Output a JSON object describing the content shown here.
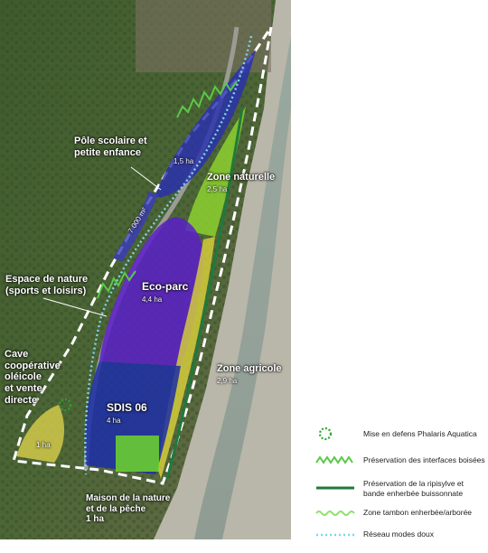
{
  "map": {
    "labels": {
      "pole": "Pôle scolaire et\npetite enfance",
      "pole_area": "1,5 ha",
      "zone_nat": "Zone naturelle",
      "zone_nat_area": "2,5 ha",
      "road": "7 000 m²",
      "espace": "Espace de nature\n(sports et loisirs)",
      "eco": "Eco-parc",
      "eco_area": "4,4 ha",
      "cave": "Cave\ncoopérative\noléicole\net vente\ndirecte",
      "cave_area": "1 ha",
      "zone_agri": "Zone agricole",
      "zone_agri_area": "2,9 ha",
      "sdis": "SDIS 06",
      "sdis_area": "4 ha",
      "maison": "Maison de la nature\net de la pêche\n1 ha"
    }
  },
  "legend": {
    "items": [
      {
        "label": "Mise en defens Phalaris Aquatica",
        "icon": "dotted-circle-icon",
        "color": "#2fa52f"
      },
      {
        "label": "Préservation des interfaces boisées",
        "icon": "zigzag-line-icon",
        "color": "#5cc84a"
      },
      {
        "label": "Préservation de la ripisylve et\nbande enherbée buissonnate",
        "icon": "thick-line-icon",
        "color": "#1f7a3a"
      },
      {
        "label": "Zone tambon enherbée/arborée",
        "icon": "wavy-line-icon",
        "color": "#8fe36b"
      },
      {
        "label": "Réseau modes doux",
        "icon": "dotted-line-icon",
        "color": "#7fd6ee"
      }
    ]
  }
}
